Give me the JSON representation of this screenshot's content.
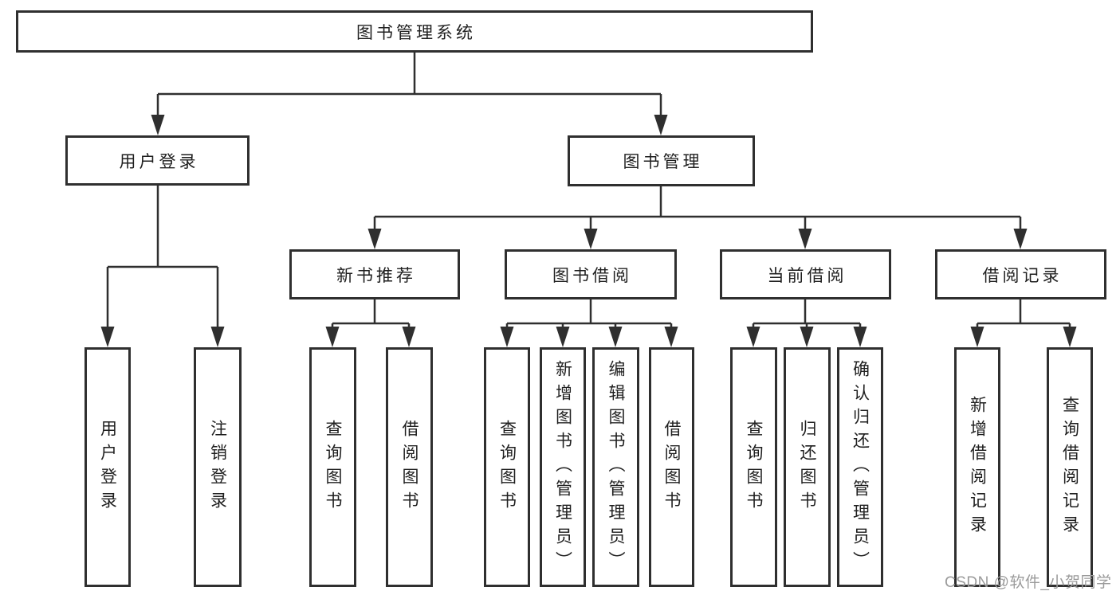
{
  "title": {
    "label": "图书管理系统"
  },
  "level2": [
    {
      "label": "用户登录"
    },
    {
      "label": "图书管理"
    }
  ],
  "level3": [
    {
      "label": "新书推荐"
    },
    {
      "label": "图书借阅"
    },
    {
      "label": "当前借阅"
    },
    {
      "label": "借阅记录"
    }
  ],
  "leaves": [
    {
      "label": "用户登录"
    },
    {
      "label": "注销登录"
    },
    {
      "label": "查询图书"
    },
    {
      "label": "借阅图书"
    },
    {
      "label": "查询图书"
    },
    {
      "label": "新增图书（管理员）"
    },
    {
      "label": "编辑图书（管理员）"
    },
    {
      "label": "借阅图书"
    },
    {
      "label": "查询图书"
    },
    {
      "label": "归还图书"
    },
    {
      "label": "确认归还（管理员）"
    },
    {
      "label": "新增借阅记录"
    },
    {
      "label": "查询借阅记录"
    }
  ],
  "watermark": {
    "label": "CSDN @软件_小贺同学"
  },
  "colors": {
    "line": "#2f2f2f",
    "box_border": "#2f2f2f",
    "text": "#1f1f1f",
    "watermark": "#9b9b9b",
    "background": "#ffffff"
  }
}
